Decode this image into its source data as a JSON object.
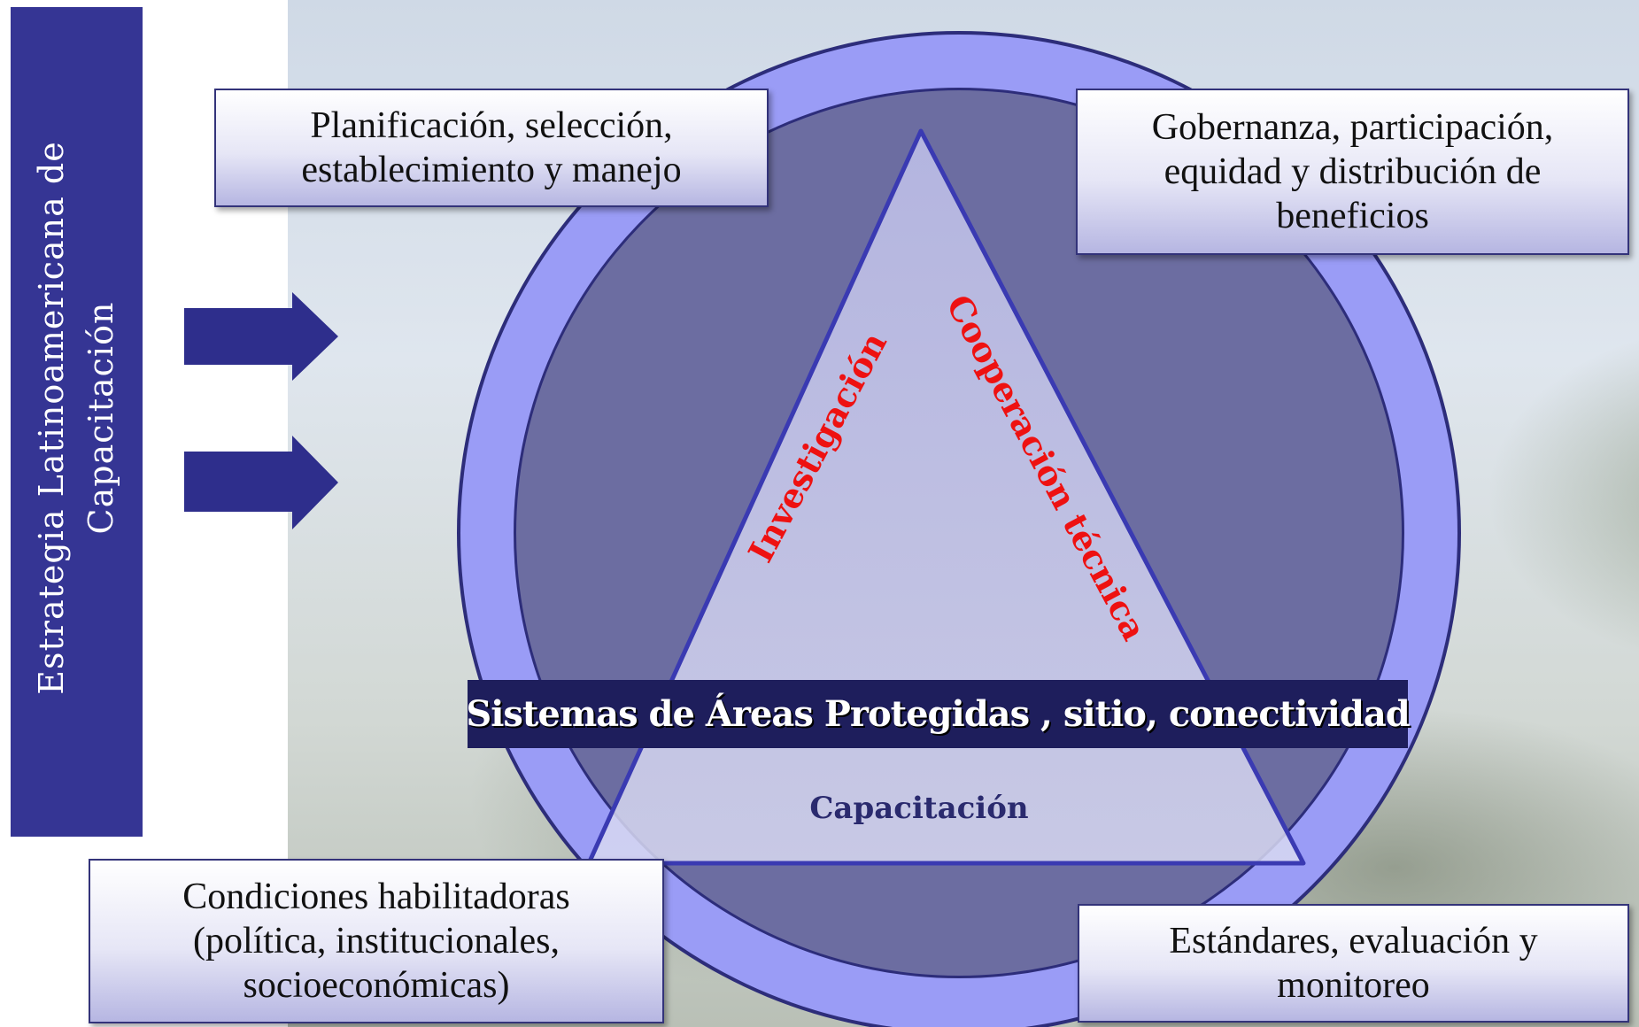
{
  "sidebar": {
    "title": "Estrategia Latinoamericana de\nCapacitación",
    "color": "#353594"
  },
  "boxes": {
    "top_left": "Planificación, selección,\nestablecimiento y manejo",
    "top_right": "Gobernanza, participación,\nequidad y distribución  de\nbeneficios",
    "bottom_left": "Condiciones habilitadoras\n(política, institucionales,\nsocioeconómicas)",
    "bottom_right": "Estándares, evaluación y\nmonitoreo"
  },
  "triangle": {
    "left_side": "Investigación",
    "right_side": "Cooperación técnica",
    "base": "Capacitación"
  },
  "center_bar": "Sistemas de Áreas Protegidas , sitio, conectividad",
  "colors": {
    "ring": "#9a9cf6",
    "ring_border": "#2d2d7a",
    "triangle_fill": "#d0d1ee",
    "triangle_edge": "#3a3ab2",
    "arrow": "#2e2e8c",
    "side_text": "#ee1111",
    "center_bar": "#1e1e5c"
  },
  "icons": [
    "arrow-right-icon",
    "arrow-right-icon"
  ]
}
